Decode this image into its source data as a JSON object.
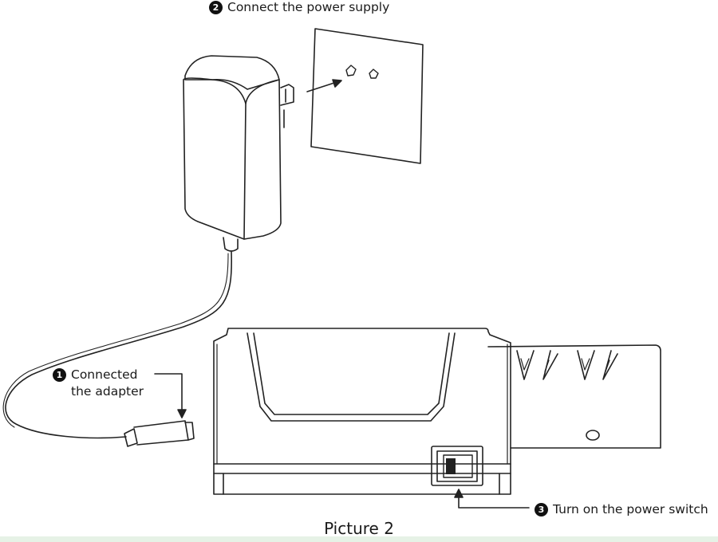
{
  "steps": [
    {
      "number": "1",
      "text": "Connected\nthe adapter"
    },
    {
      "number": "2",
      "text": "Connect the power supply"
    },
    {
      "number": "3",
      "text": "Turn on the power switch"
    }
  ],
  "caption": "Picture 2"
}
